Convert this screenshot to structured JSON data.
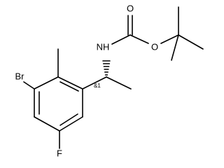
{
  "molecule": {
    "atoms": {
      "br": "Br",
      "f": "F",
      "nh": "NH",
      "o_carbonyl": "O",
      "o_ester": "O"
    },
    "stereo_label": "&1"
  }
}
